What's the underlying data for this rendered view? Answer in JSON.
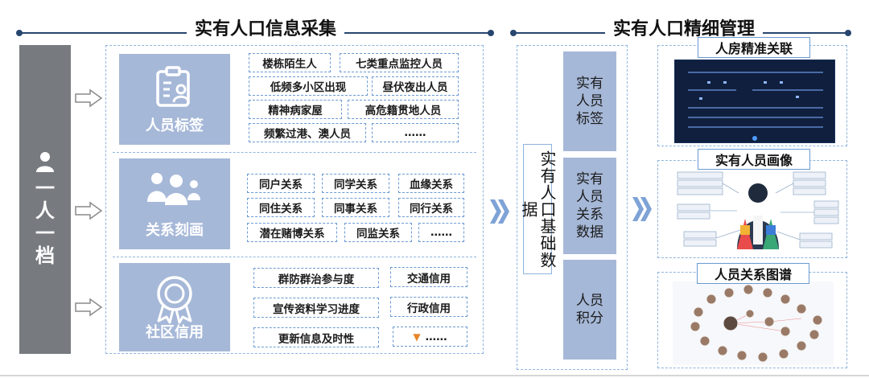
{
  "left_section": {
    "title": "实有人口信息采集",
    "vertical_label": [
      "一",
      "人",
      "一",
      "档"
    ]
  },
  "right_section": {
    "title": "实有人口精细管理"
  },
  "categories": [
    {
      "label": "人员标签",
      "icon": "id-card-icon",
      "tags": [
        [
          "楼栋陌生人",
          "七类重点监控人员"
        ],
        [
          "低频多小区出现",
          "昼伏夜出人员"
        ],
        [
          "精神病家屋",
          "高危籍贯地人员"
        ],
        [
          "频繁过港、澳人员",
          "……"
        ]
      ]
    },
    {
      "label": "关系刻画",
      "icon": "people-group-icon",
      "tags": [
        [
          "同户关系",
          "同学关系",
          "血缘关系"
        ],
        [
          "同住关系",
          "同事关系",
          "同行关系"
        ],
        [
          "潜在赌博关系",
          "同监关系",
          "……"
        ]
      ]
    },
    {
      "label": "社区信用",
      "icon": "award-badge-icon",
      "tags": [
        [
          "群防群治参与度",
          "交通信用"
        ],
        [
          "宣传资料学习进度",
          "行政信用"
        ],
        [
          "更新信息及时性",
          "……"
        ]
      ]
    }
  ],
  "middle": {
    "base_data": "实有人口基础数据",
    "tiles": [
      "实有人员标签",
      "实有人员关系数据",
      "人员积分"
    ]
  },
  "right_panels": [
    {
      "title": "人房精准关联"
    },
    {
      "title": "实有人员画像"
    },
    {
      "title": "人员关系图谱"
    }
  ],
  "colors": {
    "tile": "#a6b8d8",
    "left_bar": "#777b80",
    "line": "#27466f",
    "dashed": "#8fb4df",
    "arrow": "#7ea3d6"
  }
}
